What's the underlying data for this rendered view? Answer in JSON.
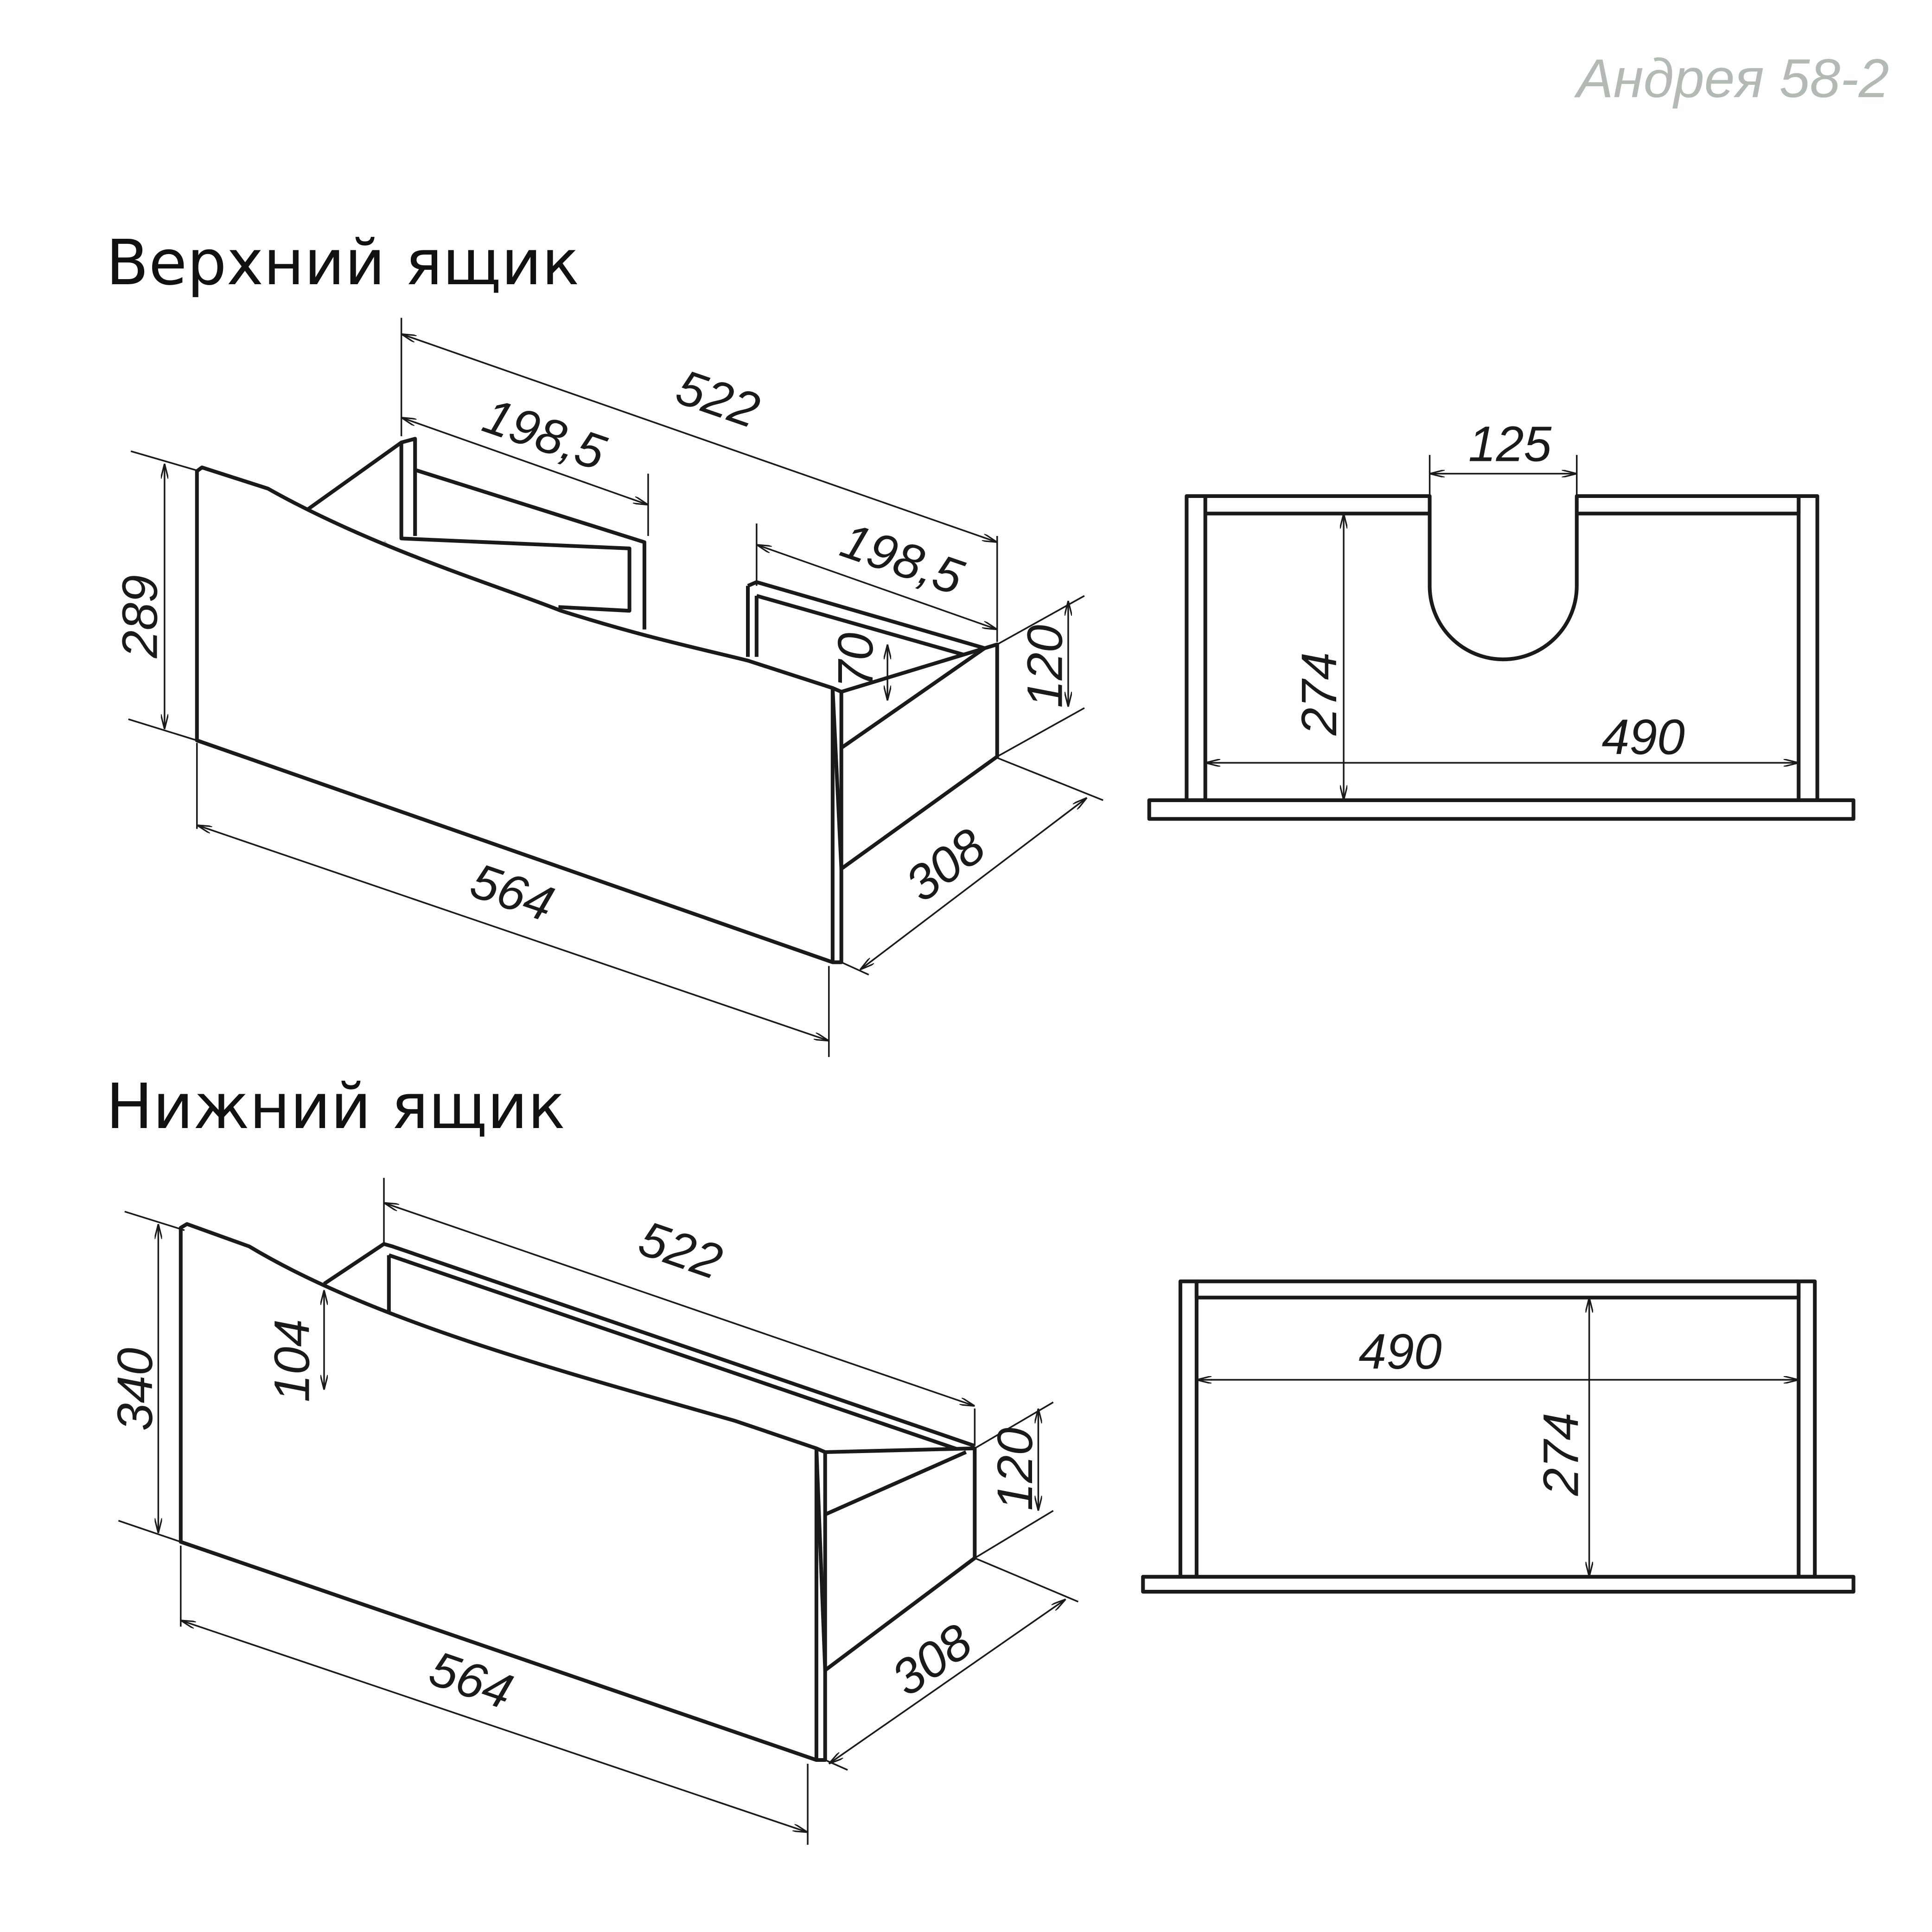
{
  "title": "Андрея 58-2",
  "upper": {
    "heading": "Верхний ящик",
    "dims": {
      "depth_inner": "522",
      "left_section": "198,5",
      "right_section": "198,5",
      "height": "289",
      "side_height": "120",
      "partition_height": "70",
      "front_width": "564",
      "side_depth": "308"
    },
    "plan": {
      "cutout": "125",
      "depth": "274",
      "width": "490"
    }
  },
  "lower": {
    "heading": "Нижний ящик",
    "dims": {
      "depth_inner": "522",
      "height": "340",
      "inner_height": "104",
      "side_height": "120",
      "front_width": "564",
      "side_depth": "308"
    },
    "plan": {
      "width": "490",
      "depth": "274"
    }
  }
}
